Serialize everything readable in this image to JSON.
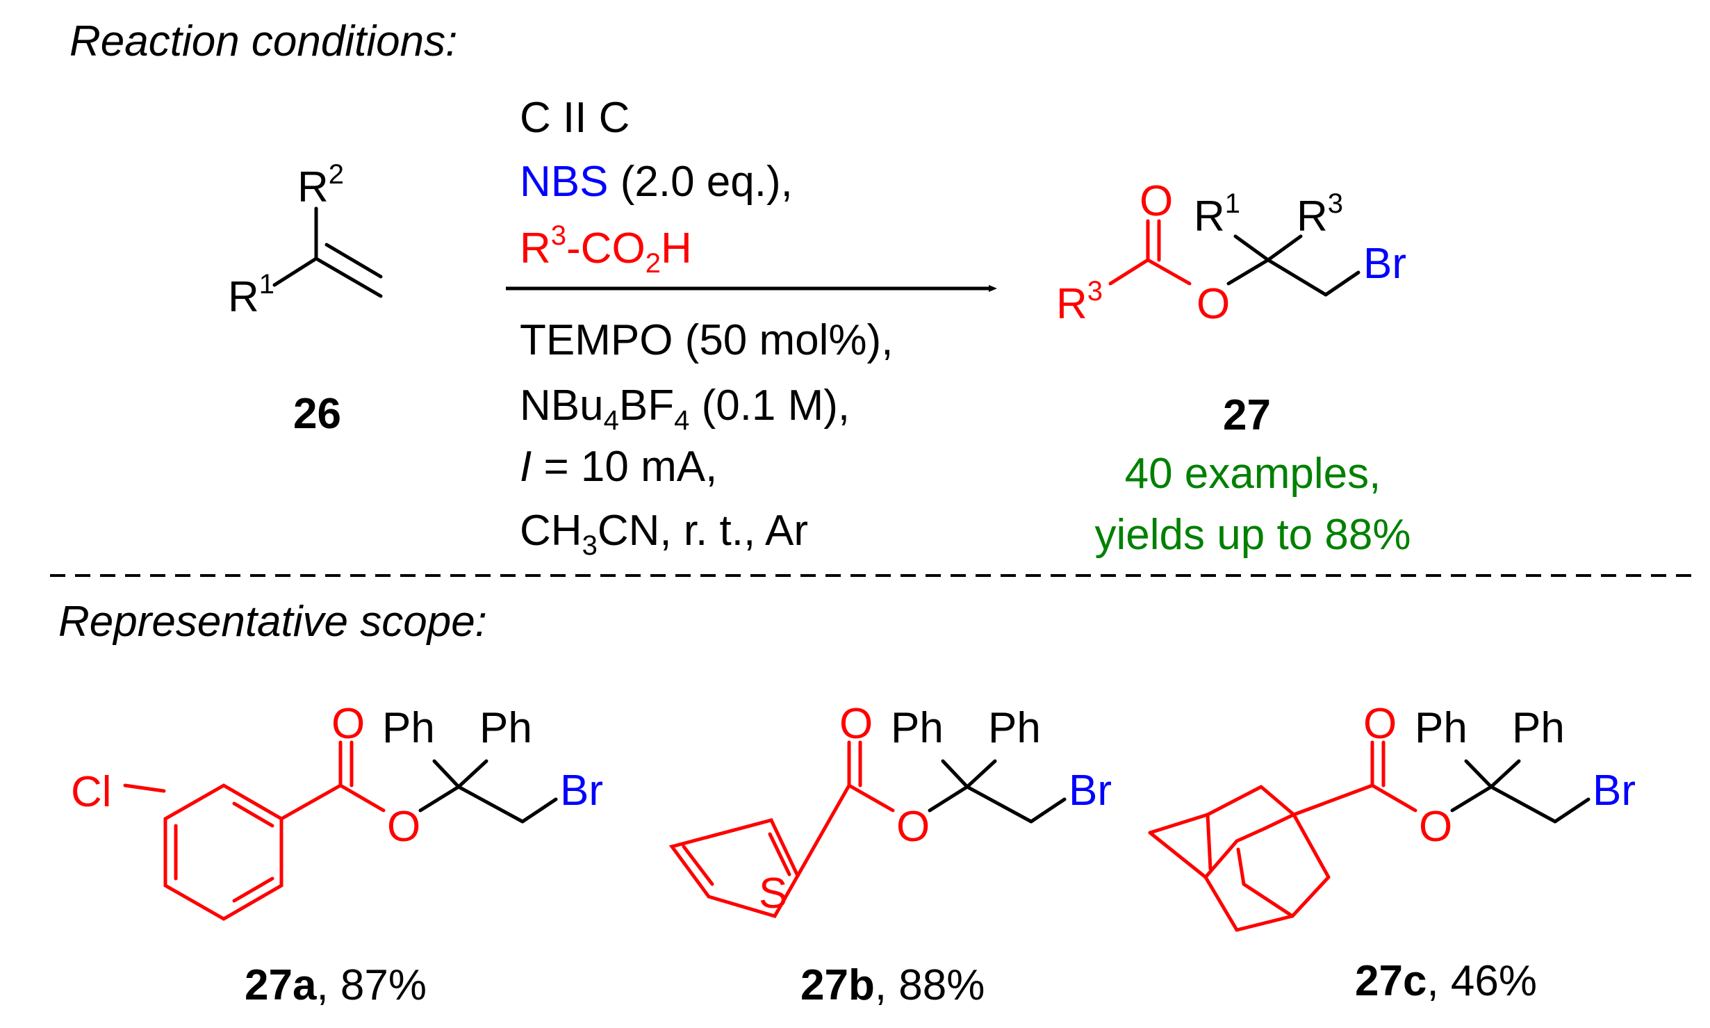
{
  "headings": {
    "conditions": "Reaction conditions:",
    "scope": "Representative scope:"
  },
  "colors": {
    "black": "#000000",
    "red": "#ff0000",
    "blue": "#0000ff",
    "green": "#008000"
  },
  "reactant": {
    "r1": "R",
    "r1_sup": "1",
    "r2": "R",
    "r2_sup": "2",
    "id": "26"
  },
  "conditions": {
    "electrodes": "C II C",
    "nbs": "NBS",
    "nbs_amount": " (2.0 eq.),",
    "acid_r": "R",
    "acid_sup": "3",
    "acid_rest": "-CO",
    "acid_sub": "2",
    "acid_h": "H",
    "tempo": "TEMPO (50 mol%),",
    "salt_a": "NBu",
    "salt_sub1": "4",
    "salt_b": "BF",
    "salt_sub2": "4",
    "salt_c": " (0.1 M),",
    "current_i": "I",
    "current_rest": " = 10 mA,",
    "solvent_a": "CH",
    "solvent_sub": "3",
    "solvent_b": "CN, r. t., Ar"
  },
  "product": {
    "o": "O",
    "r1": "R",
    "r1_sup": "1",
    "r3": "R",
    "r3_sup": "3",
    "br": "Br",
    "id": "27",
    "examples": "40 examples,",
    "yields": "yields up to 88%"
  },
  "scope": [
    {
      "id": "27a",
      "yield": ", 87%",
      "cl": "Cl",
      "o": "O",
      "ph1": "Ph",
      "ph2": "Ph",
      "br": "Br"
    },
    {
      "id": "27b",
      "yield": ", 88%",
      "s": "S",
      "o": "O",
      "ph1": "Ph",
      "ph2": "Ph",
      "br": "Br"
    },
    {
      "id": "27c",
      "yield": ", 46%",
      "o": "O",
      "ph1": "Ph",
      "ph2": "Ph",
      "br": "Br"
    }
  ]
}
